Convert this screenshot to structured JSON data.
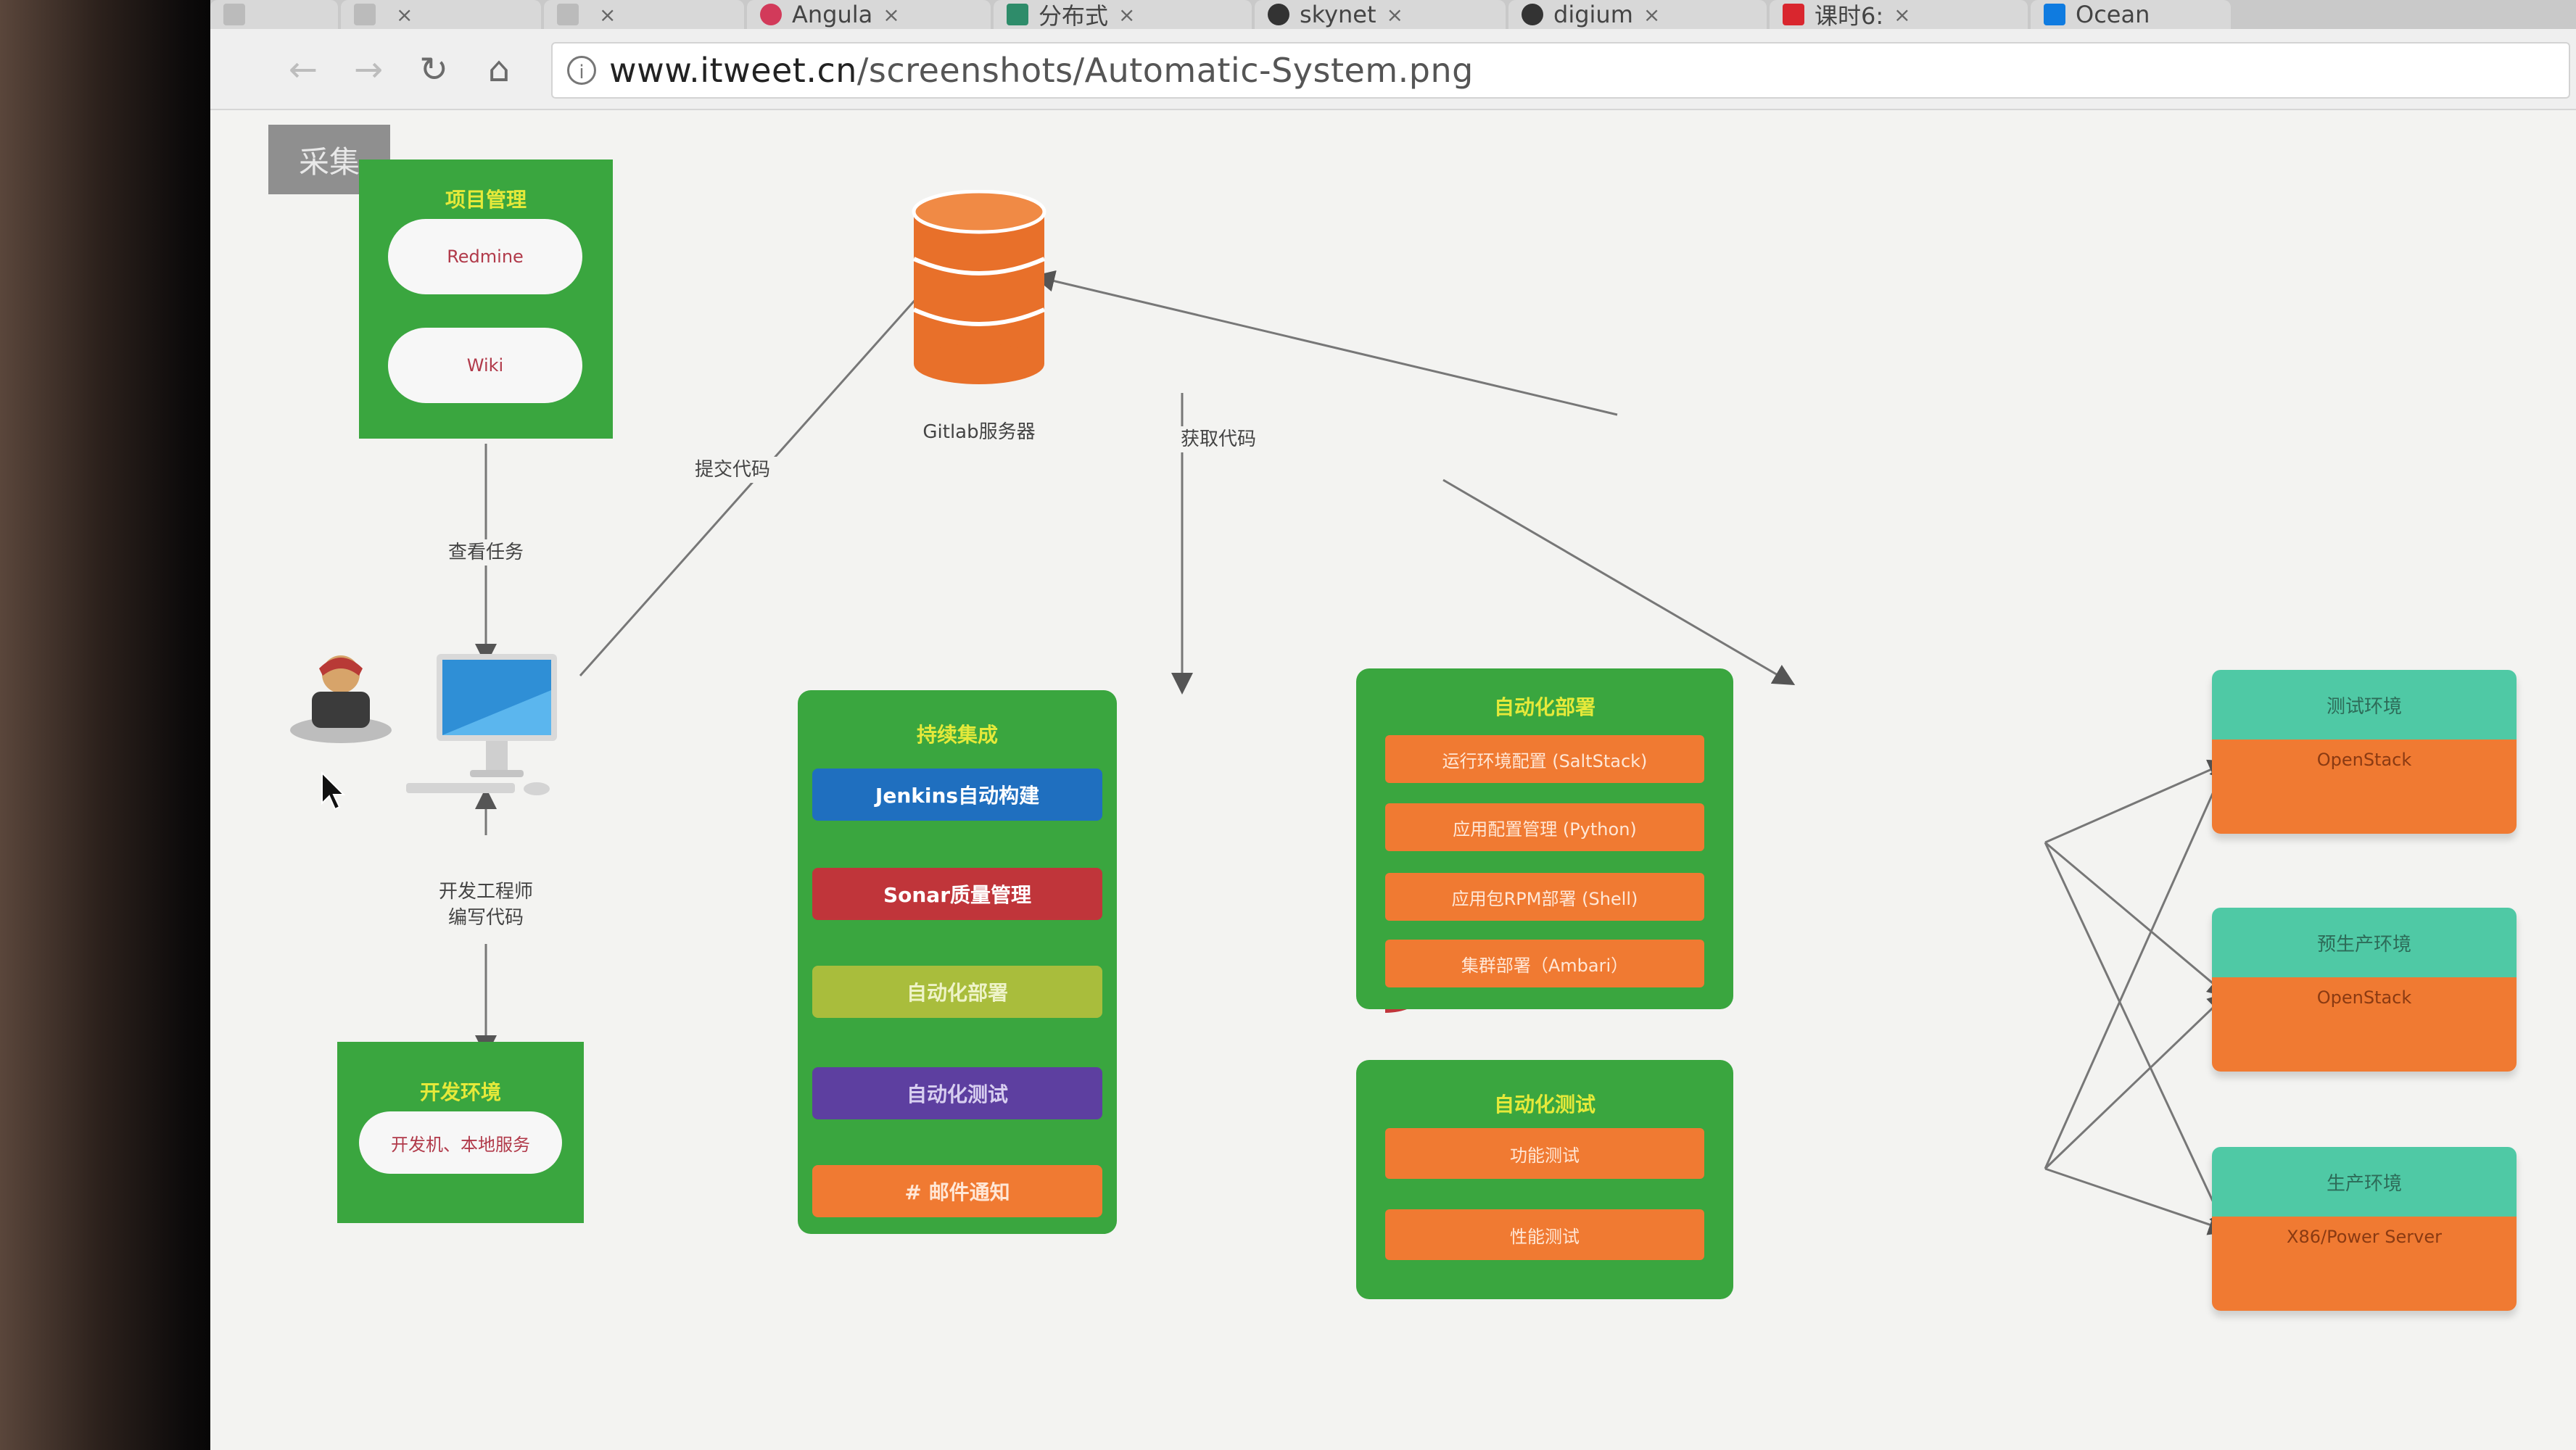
{
  "browser": {
    "tabs": [
      {
        "label": "",
        "icon": "page-icon"
      },
      {
        "label": "",
        "icon": "page-icon"
      },
      {
        "label": "",
        "icon": "page-icon"
      },
      {
        "label": "Angula",
        "icon": "angular-icon"
      },
      {
        "label": "分布式",
        "icon": "page-icon"
      },
      {
        "label": "skynet",
        "icon": "github-icon"
      },
      {
        "label": "digium",
        "icon": "github-icon"
      },
      {
        "label": "课时6:",
        "icon": "video-icon"
      },
      {
        "label": "Ocean",
        "icon": "zhihu-icon"
      }
    ],
    "nav": {
      "back": "←",
      "forward": "→",
      "reload": "↻",
      "home": "⌂"
    },
    "url": {
      "host": "www.itweet.cn",
      "path": "/screenshots/Automatic-System.png"
    }
  },
  "collect_button": "采集",
  "diagram": {
    "project_mgmt": {
      "title": "项目管理",
      "items": [
        "Redmine",
        "Wiki"
      ]
    },
    "gitlab": {
      "label": "Gitlab服务器"
    },
    "edge_labels": {
      "commit_code": "提交代码",
      "fetch_code": "获取代码",
      "view_task": "查看任务",
      "dev_write_code_1": "开发工程师",
      "dev_write_code_2": "编写代码"
    },
    "dev_env": {
      "title": "开发环境",
      "item": "开发机、本地服务"
    },
    "ci": {
      "title": "持续集成",
      "items": [
        {
          "label": "Jenkins自动构建",
          "color": "#1f6fbf"
        },
        {
          "label": "Sonar质量管理",
          "color": "#c0353a"
        },
        {
          "label": "自动化部署",
          "color": "#a9bd3c"
        },
        {
          "label": "自动化测试",
          "color": "#5d3fa0"
        },
        {
          "label": "# 邮件通知",
          "color": "#f07a32"
        }
      ]
    },
    "auto_deploy": {
      "title": "自动化部署",
      "items": [
        "运行环境配置 (SaltStack)",
        "应用配置管理 (Python)",
        "应用包RPM部署 (Shell)",
        "集群部署（Ambari）"
      ]
    },
    "auto_test": {
      "title": "自动化测试",
      "items": [
        "功能测试",
        "性能测试"
      ]
    },
    "environments": [
      {
        "name": "测试环境",
        "platform": "OpenStack"
      },
      {
        "name": "预生产环境",
        "platform": "OpenStack"
      },
      {
        "name": "生产环境",
        "platform": "X86/Power Server"
      }
    ],
    "colors": {
      "green": "#3aa63f",
      "orange": "#f07a32",
      "teal": "#4fc9a5",
      "title_yellow": "#e5e93a"
    }
  }
}
